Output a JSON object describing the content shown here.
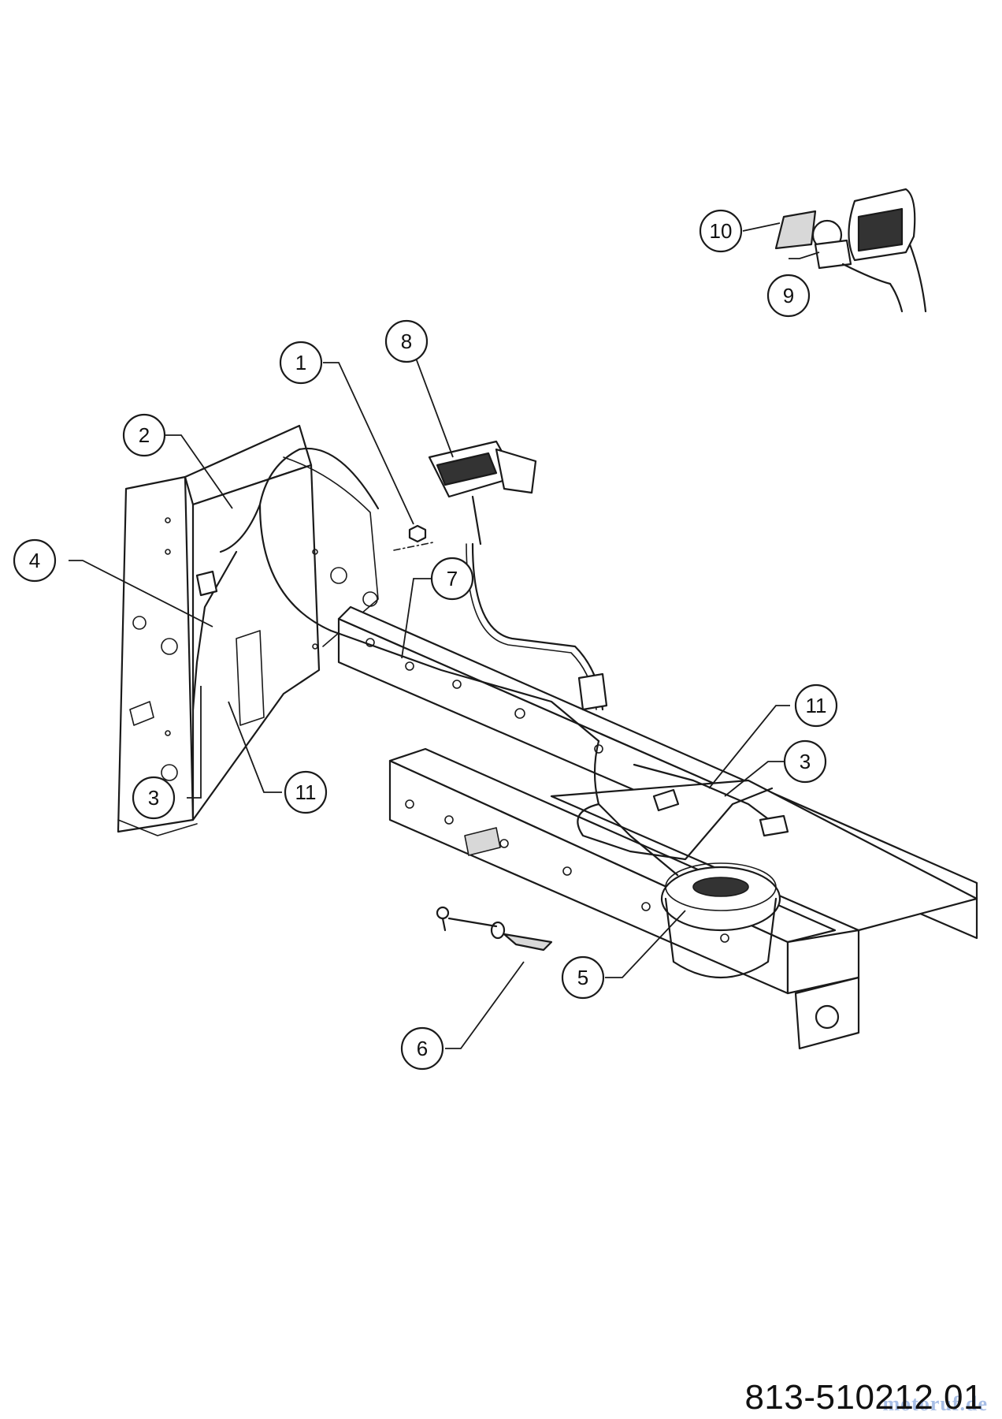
{
  "callouts": [
    {
      "id": "c1",
      "label": "1"
    },
    {
      "id": "c2",
      "label": "2"
    },
    {
      "id": "c3a",
      "label": "3"
    },
    {
      "id": "c3b",
      "label": "3"
    },
    {
      "id": "c4",
      "label": "4"
    },
    {
      "id": "c5",
      "label": "5"
    },
    {
      "id": "c6",
      "label": "6"
    },
    {
      "id": "c7",
      "label": "7"
    },
    {
      "id": "c8",
      "label": "8"
    },
    {
      "id": "c9",
      "label": "9"
    },
    {
      "id": "c10",
      "label": "10"
    },
    {
      "id": "c11a",
      "label": "11"
    },
    {
      "id": "c11b",
      "label": "11"
    }
  ],
  "part_number": "813-510212 01",
  "watermark": "motoruf.de"
}
